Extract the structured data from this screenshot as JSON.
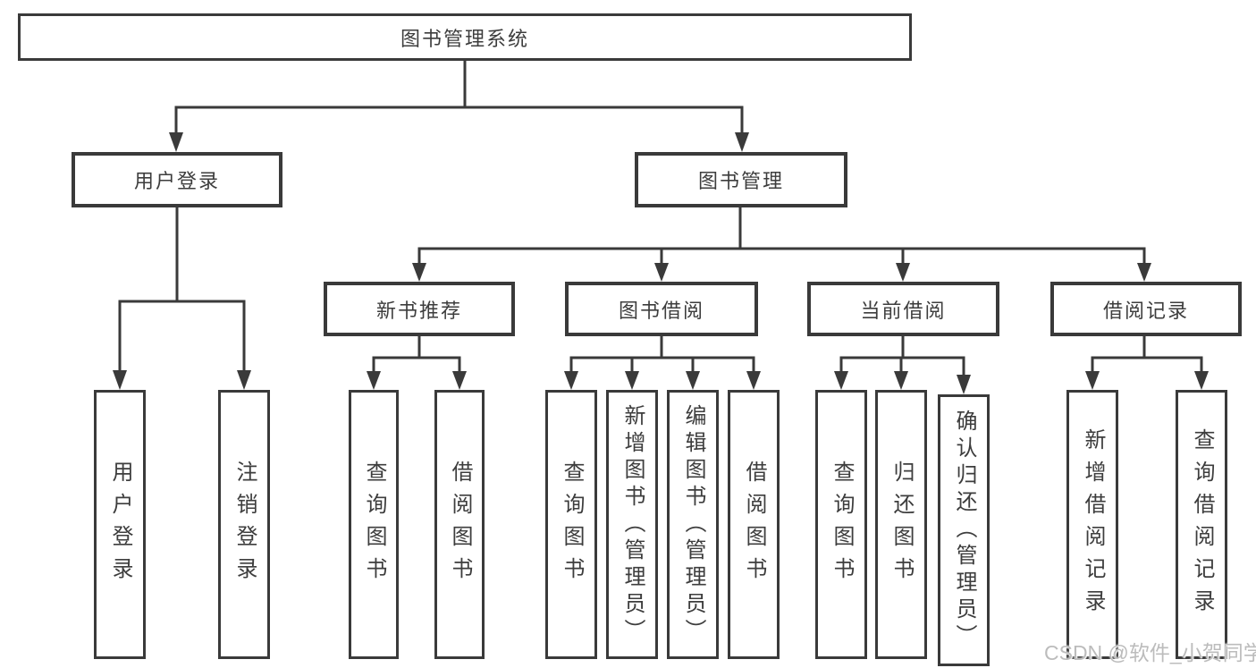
{
  "diagram": {
    "type": "hierarchy",
    "colors": {
      "line": "#3a3a3a",
      "box_border": "#3a3a3a",
      "text": "#3d3d3d",
      "background": "#ffffff",
      "watermark": "#bcbcbc"
    },
    "tree": {
      "root": {
        "label": "图书管理系统",
        "children": [
          {
            "label": "用户登录",
            "children": [
              {
                "label": "用户登录"
              },
              {
                "label": "注销登录"
              }
            ]
          },
          {
            "label": "图书管理",
            "children": [
              {
                "label": "新书推荐",
                "children": [
                  {
                    "label": "查询图书"
                  },
                  {
                    "label": "借阅图书"
                  }
                ]
              },
              {
                "label": "图书借阅",
                "children": [
                  {
                    "label": "查询图书"
                  },
                  {
                    "label": "新增图书（管理员）"
                  },
                  {
                    "label": "编辑图书（管理员）"
                  },
                  {
                    "label": "借阅图书"
                  }
                ]
              },
              {
                "label": "当前借阅",
                "children": [
                  {
                    "label": "查询图书"
                  },
                  {
                    "label": "归还图书"
                  },
                  {
                    "label": "确认归还（管理员）"
                  }
                ]
              },
              {
                "label": "借阅记录",
                "children": [
                  {
                    "label": "新增借阅记录"
                  },
                  {
                    "label": "查询借阅记录"
                  }
                ]
              }
            ]
          }
        ]
      }
    }
  },
  "watermark": {
    "text": "CSDN @软件_小贺同学"
  }
}
